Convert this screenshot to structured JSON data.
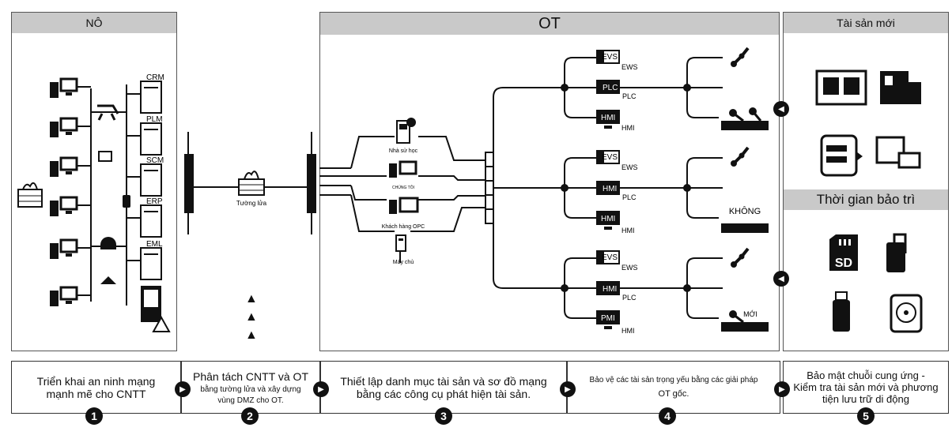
{
  "panels": {
    "it_title": "NÔ",
    "ot_title": "OT",
    "new_assets_title": "Tài sản mới",
    "maintenance_title": "Thời gian bảo trì"
  },
  "it_servers": [
    "CRM",
    "PLM",
    "SCM",
    "ERP",
    "EML"
  ],
  "firewall_label": "Tường lửa",
  "ot_nodes": {
    "historian": "Nhà sử học",
    "ours": "CHÚNG TÔI",
    "opc_client": "Khách hàng OPC",
    "server": "Máy chủ"
  },
  "ot_groups": [
    {
      "devices": [
        {
          "box": "EVS",
          "label": "EWS"
        },
        {
          "box": "PLC",
          "label": "PLC"
        },
        {
          "box": "HMI",
          "label": "HMI"
        }
      ],
      "machine_label": ""
    },
    {
      "devices": [
        {
          "box": "EVS",
          "label": "EWS"
        },
        {
          "box": "HMI",
          "label": "PLC"
        },
        {
          "box": "HMI",
          "label": "HMI"
        }
      ],
      "machine_label": "KHÔNG"
    },
    {
      "devices": [
        {
          "box": "EVS",
          "label": "EWS"
        },
        {
          "box": "HMI",
          "label": "PLC"
        },
        {
          "box": "PMI",
          "label": "HMI"
        }
      ],
      "machine_label": "MỚI"
    }
  ],
  "media": {
    "sd": "SD"
  },
  "steps": [
    {
      "number": "1",
      "line1": "Triển khai an ninh mạng",
      "line2": "mạnh mẽ cho CNTT"
    },
    {
      "number": "2",
      "line1": "Phân tách CNTT và OT",
      "line2": "bằng tường lửa và xây dựng",
      "line3": "vùng DMZ cho OT."
    },
    {
      "number": "3",
      "line1": "Thiết lập danh mục tài sản và sơ đồ mạng",
      "line2": "bằng các công cụ phát hiện tài sản."
    },
    {
      "number": "4",
      "line1": "Bảo vệ các tài sản trọng yếu bằng các giải pháp",
      "line2": "OT gốc."
    },
    {
      "number": "5",
      "line1": "Bảo mật chuỗi cung ứng -",
      "line2": "Kiểm tra tài sản mới và phương",
      "line3": "tiện lưu trữ di động"
    }
  ],
  "colors": {
    "header_gray": "#c9c9c9",
    "line": "#111111"
  }
}
